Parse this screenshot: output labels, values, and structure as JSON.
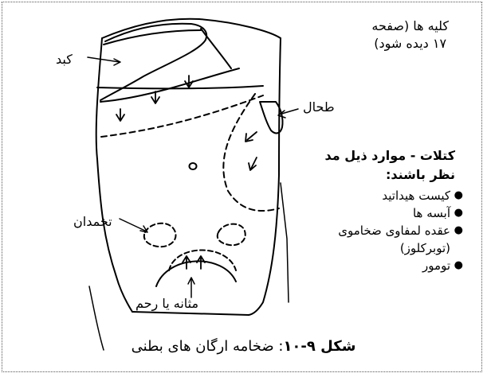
{
  "labels": {
    "kidney_line1": "کلیه ها (صفحه",
    "kidney_line2": "۱۷ دیده شود)",
    "liver": "کبد",
    "spleen": "طحال",
    "ovary": "تخمدان",
    "bladder": "مثانه یا رحم"
  },
  "masses": {
    "title_line1": "کتلات - موارد ذیل مد",
    "title_line2": "نظر باشند:",
    "items": [
      {
        "line1": "کیست هیداتید",
        "line2": ""
      },
      {
        "line1": "آبسه ها",
        "line2": ""
      },
      {
        "line1": "عقده لمفاوی ضخاموی",
        "line2": "(توبرکلوز)"
      },
      {
        "line1": "تومور",
        "line2": ""
      }
    ]
  },
  "caption": {
    "figure_label": "شکل ۹-۱۰",
    "text": ": ضخامه ارگان های بطنی"
  }
}
